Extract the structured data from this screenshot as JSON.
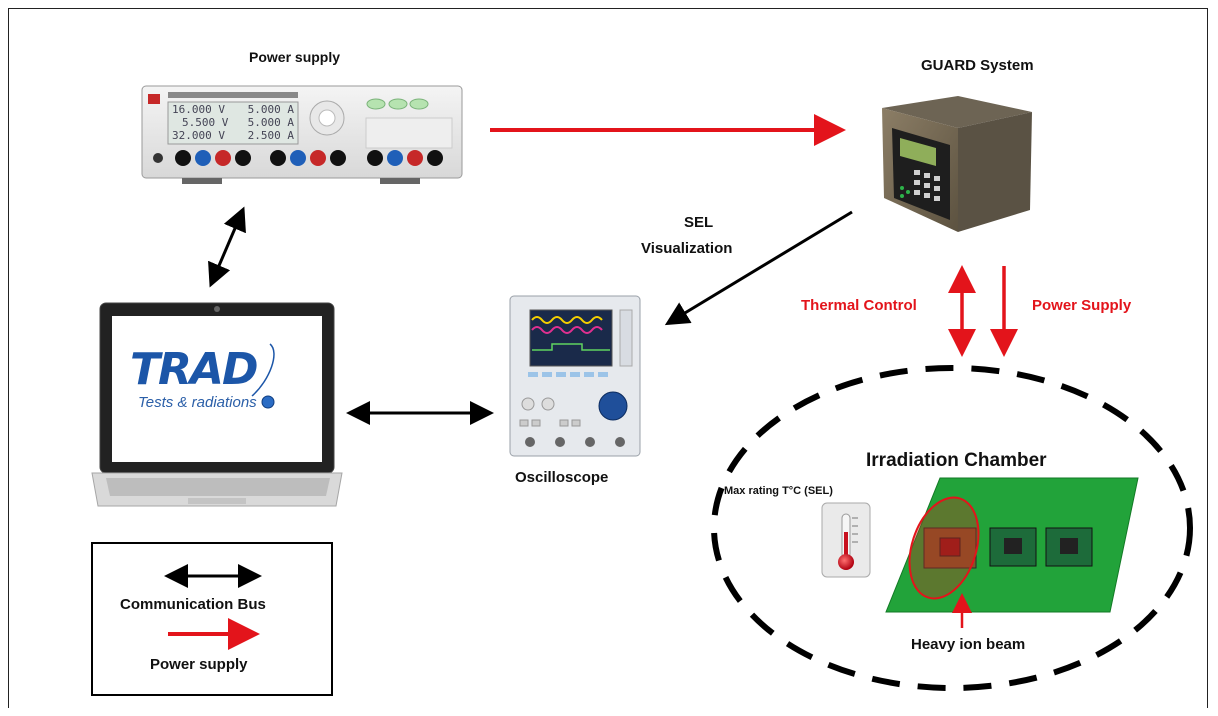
{
  "labels": {
    "power_supply_top": "Power supply",
    "guard_system": "GUARD System",
    "sel_line1": "SEL",
    "sel_line2": "Visualization",
    "thermal_control": "Thermal Control",
    "power_supply_right": "Power Supply",
    "oscilloscope": "Oscilloscope",
    "irradiation_chamber": "Irradiation Chamber",
    "max_rating": "Max rating T°C (SEL)",
    "heavy_ion_beam": "Heavy ion beam"
  },
  "psu_display": {
    "row1_v": "16.000 V",
    "row1_a": "5.000 A",
    "row2_v": "5.500 V",
    "row2_a": "5.000 A",
    "row3_v": "32.000 V",
    "row3_a": "2.500 A"
  },
  "laptop_logo": {
    "brand": "TRAD",
    "tagline": "Tests & radiations"
  },
  "legend": {
    "communication_bus": "Communication Bus",
    "power_supply": "Power supply"
  },
  "colors": {
    "power_arrow": "#e3141b",
    "comm_arrow": "#000000",
    "board": "#22a33a",
    "logo_blue": "#1c56a8"
  }
}
